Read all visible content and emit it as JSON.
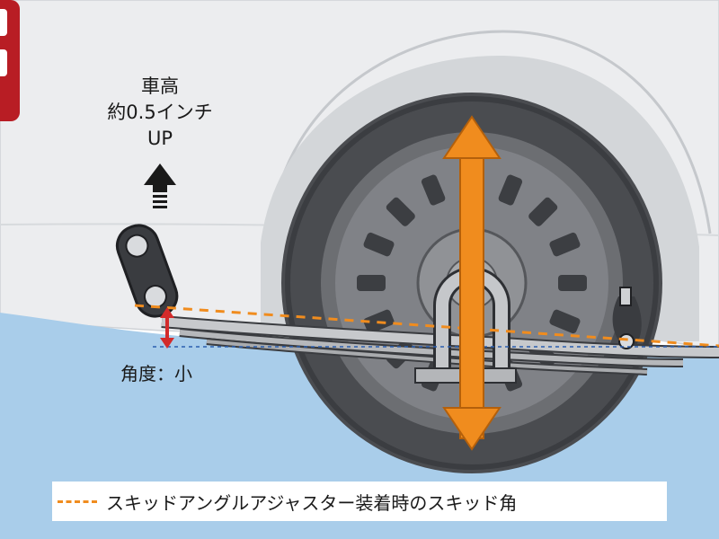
{
  "labels": {
    "ride_height": [
      "車高",
      "約0.5インチ",
      "UP"
    ],
    "angle": "角度：小"
  },
  "legend": {
    "text": "スキッドアングルアジャスター装着時のスキッド角"
  },
  "colors": {
    "body": "#ecedef",
    "sky": "#a9cdea",
    "tire": "#4a4c50",
    "highlight_arrow": "#f08c1e",
    "angle_arrow": "#d32b2b",
    "dashed_line": "#f08c1e",
    "reference_line": "#2b5fb0"
  },
  "icons": [
    "up-arrow-icon",
    "double-headed-arrow-icon",
    "angle-arrow-icon"
  ]
}
